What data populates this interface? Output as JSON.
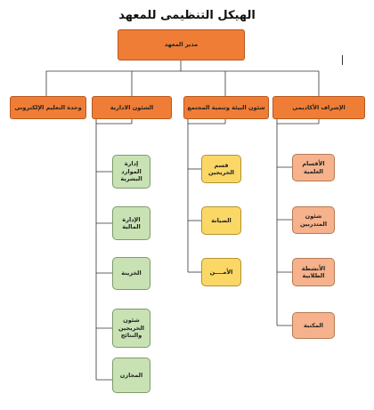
{
  "title": "الهيكل التنظيمى للمعهد",
  "director": "مدير المعهد",
  "departments": [
    {
      "label": "الإشراف الأكاديمى",
      "children": [
        "الأقسام العلمية",
        "شئون المتدربين",
        "الأنشطة الطلابية",
        "المكتبة"
      ]
    },
    {
      "label": "شئون البيئة وتنمية المجتمع",
      "children": [
        "قسم الخريجين",
        "الصيانة",
        "الأمــــن"
      ]
    },
    {
      "label": "الشئون الادارية",
      "children": [
        "إدارة الموارد البشرية",
        "الإدارة المالية",
        "الخزينة",
        "شئون الخريجين والنتائج",
        "المخازن"
      ]
    },
    {
      "label": "وحدة التعليم الإلكترونى",
      "children": []
    }
  ],
  "colors": {
    "top_level": "#f07d36",
    "academic_children": "#f5b28c",
    "community_children": "#fbd766",
    "admin_children": "#c8e2b4"
  }
}
